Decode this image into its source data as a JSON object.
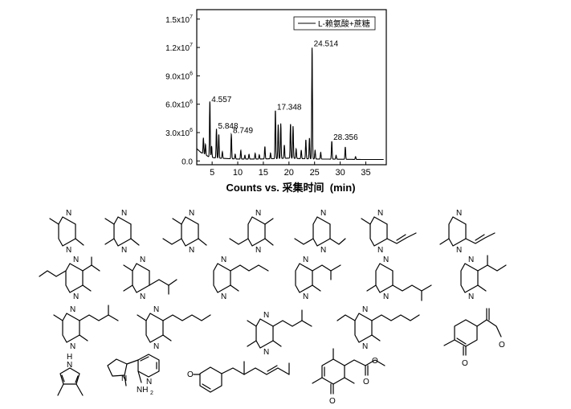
{
  "chart_data": {
    "type": "line",
    "title": "",
    "xlabel": "Counts vs. 采集时间  (min)",
    "ylabel": "",
    "xlim": [
      2,
      39
    ],
    "ylim": [
      -400000,
      16000000
    ],
    "x_ticks": [
      5,
      10,
      15,
      20,
      25,
      30,
      35
    ],
    "y_ticks": [
      {
        "value": 0,
        "label": "0.0"
      },
      {
        "value": 3000000,
        "label": "3.0x10^6"
      },
      {
        "value": 6000000,
        "label": "6.0x10^6"
      },
      {
        "value": 9000000,
        "label": "9.0x10^6"
      },
      {
        "value": 12000000,
        "label": "1.2x10^7"
      },
      {
        "value": 15000000,
        "label": "1.5x10^7"
      }
    ],
    "legend": {
      "position": "top-right",
      "entries": [
        "L-赖氨酸+蔗糖"
      ]
    },
    "series": [
      {
        "name": "L-赖氨酸+蔗糖",
        "baseline": [
          [
            2,
            1300000
          ],
          [
            2.8,
            900000
          ],
          [
            3.5,
            700000
          ],
          [
            4.5,
            400000
          ],
          [
            6,
            300000
          ],
          [
            8,
            250000
          ],
          [
            10,
            200000
          ],
          [
            14,
            200000
          ],
          [
            18,
            250000
          ],
          [
            20,
            300000
          ],
          [
            22,
            250000
          ],
          [
            26,
            200000
          ],
          [
            30,
            180000
          ],
          [
            35,
            150000
          ],
          [
            38.5,
            150000
          ]
        ],
        "peaks": [
          {
            "x": 3.3,
            "y": 1700000
          },
          {
            "x": 3.7,
            "y": 1100000
          },
          {
            "x": 4.557,
            "y": 5900000
          },
          {
            "x": 4.9,
            "y": 1200000
          },
          {
            "x": 5.848,
            "y": 3100000
          },
          {
            "x": 6.3,
            "y": 2500000
          },
          {
            "x": 7.0,
            "y": 700000
          },
          {
            "x": 8.749,
            "y": 2600000
          },
          {
            "x": 9.5,
            "y": 500000
          },
          {
            "x": 10.6,
            "y": 900000
          },
          {
            "x": 11.4,
            "y": 400000
          },
          {
            "x": 12.2,
            "y": 500000
          },
          {
            "x": 13.4,
            "y": 600000
          },
          {
            "x": 14.2,
            "y": 450000
          },
          {
            "x": 15.3,
            "y": 1300000
          },
          {
            "x": 16.4,
            "y": 600000
          },
          {
            "x": 17.348,
            "y": 5100000
          },
          {
            "x": 17.9,
            "y": 3600000
          },
          {
            "x": 18.4,
            "y": 3700000
          },
          {
            "x": 19.1,
            "y": 1400000
          },
          {
            "x": 20.3,
            "y": 3600000
          },
          {
            "x": 20.8,
            "y": 3400000
          },
          {
            "x": 21.4,
            "y": 1000000
          },
          {
            "x": 22.4,
            "y": 900000
          },
          {
            "x": 23.3,
            "y": 2000000
          },
          {
            "x": 24.0,
            "y": 2200000
          },
          {
            "x": 24.514,
            "y": 11800000
          },
          {
            "x": 25.1,
            "y": 900000
          },
          {
            "x": 26.2,
            "y": 700000
          },
          {
            "x": 28.356,
            "y": 1900000
          },
          {
            "x": 29.2,
            "y": 400000
          },
          {
            "x": 31.0,
            "y": 1300000
          },
          {
            "x": 33.0,
            "y": 300000
          }
        ]
      }
    ],
    "annotations": [
      {
        "x": 4.557,
        "y": 5900000,
        "text": "4.557"
      },
      {
        "x": 5.848,
        "y": 3100000,
        "text": "5.848"
      },
      {
        "x": 8.749,
        "y": 2600000,
        "text": "8.749"
      },
      {
        "x": 17.348,
        "y": 5100000,
        "text": "17.348"
      },
      {
        "x": 24.514,
        "y": 11800000,
        "text": "24.514"
      },
      {
        "x": 28.356,
        "y": 1900000,
        "text": "28.356"
      }
    ]
  },
  "structures": {
    "atoms": {
      "n": "N",
      "o": "O",
      "nh": "N",
      "h": "H",
      "nh2": "NH",
      "sub2": "2"
    }
  }
}
